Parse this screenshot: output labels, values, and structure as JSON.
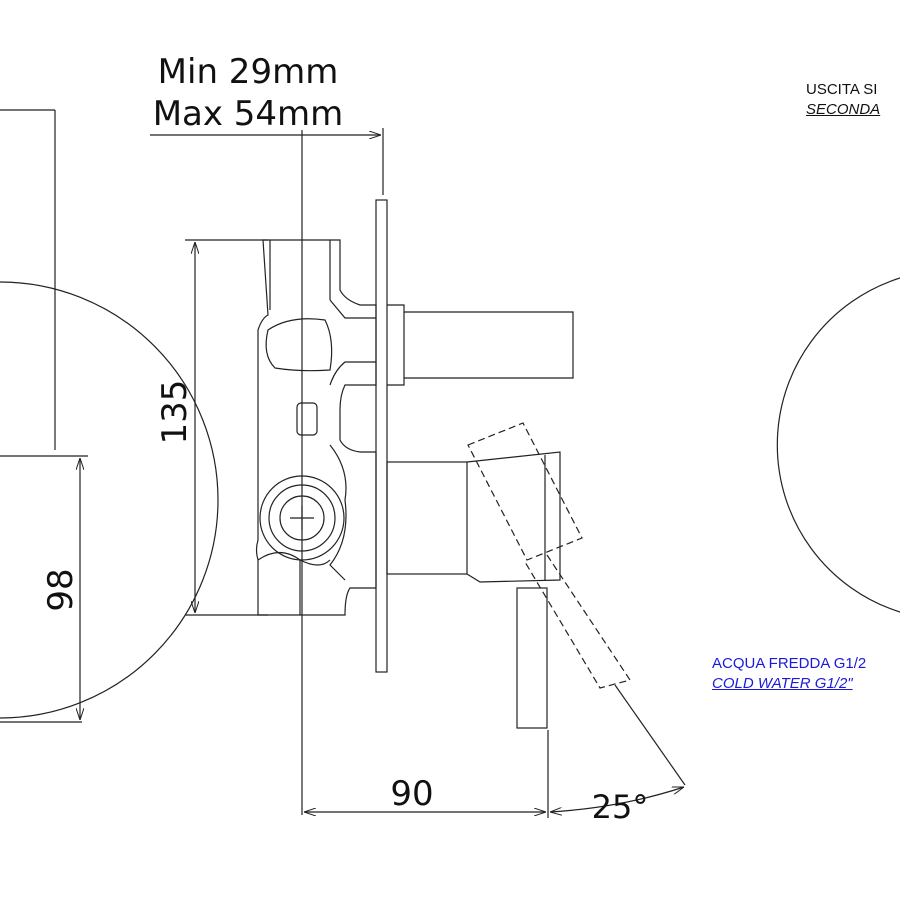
{
  "dimensions": {
    "wall_min": "Min 29mm",
    "wall_max": "Max 54mm",
    "body_height": "135",
    "plate_diameter": "98",
    "lever_projection": "90",
    "lever_angle": "25°"
  },
  "notes": {
    "outlet_it": "USCITA SI",
    "outlet_en": "SECONDA",
    "cold_it": "ACQUA FREDDA G1/2",
    "cold_en": "COLD WATER G1/2\"",
    "outlet_color": "#111111",
    "cold_color": "#1a1ad8"
  },
  "colors": {
    "line": "#222222",
    "text": "#111111"
  }
}
